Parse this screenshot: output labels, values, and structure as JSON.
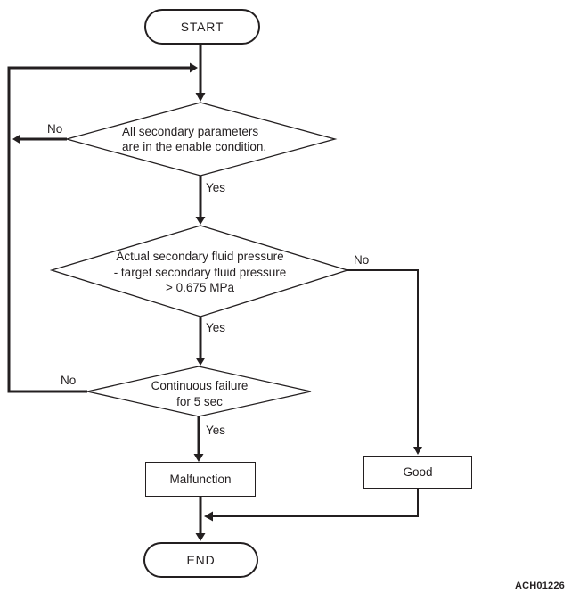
{
  "diagram": {
    "type": "flowchart",
    "figure_code": "ACH01226",
    "colors": {
      "line": "#231f20",
      "background": "#ffffff"
    },
    "nodes": {
      "start": {
        "label": "START",
        "shape": "terminal"
      },
      "decision1": {
        "shape": "diamond",
        "line1": "All secondary parameters",
        "line2": "are in the enable condition."
      },
      "decision2": {
        "shape": "diamond",
        "line1": "Actual secondary fluid pressure",
        "line2": "- target secondary fluid pressure",
        "line3": "> 0.675 MPa"
      },
      "decision3": {
        "shape": "diamond",
        "line1": "Continuous failure",
        "line2": "for 5 sec"
      },
      "malfunction": {
        "label": "Malfunction",
        "shape": "process"
      },
      "good": {
        "label": "Good",
        "shape": "process"
      },
      "end": {
        "label": "END",
        "shape": "terminal"
      }
    },
    "edge_labels": {
      "d1_no": "No",
      "d1_yes": "Yes",
      "d2_no": "No",
      "d2_yes": "Yes",
      "d3_no": "No",
      "d3_yes": "Yes"
    },
    "edges": [
      {
        "from": "start",
        "to": "decision1",
        "label": ""
      },
      {
        "from": "decision1",
        "to": "loop-left",
        "label": "No"
      },
      {
        "from": "decision1",
        "to": "decision2",
        "label": "Yes"
      },
      {
        "from": "decision2",
        "to": "good",
        "label": "No"
      },
      {
        "from": "decision2",
        "to": "decision3",
        "label": "Yes"
      },
      {
        "from": "decision3",
        "to": "loop-left",
        "label": "No"
      },
      {
        "from": "decision3",
        "to": "malfunction",
        "label": "Yes"
      },
      {
        "from": "malfunction",
        "to": "end",
        "label": ""
      },
      {
        "from": "good",
        "to": "end",
        "label": ""
      }
    ]
  }
}
